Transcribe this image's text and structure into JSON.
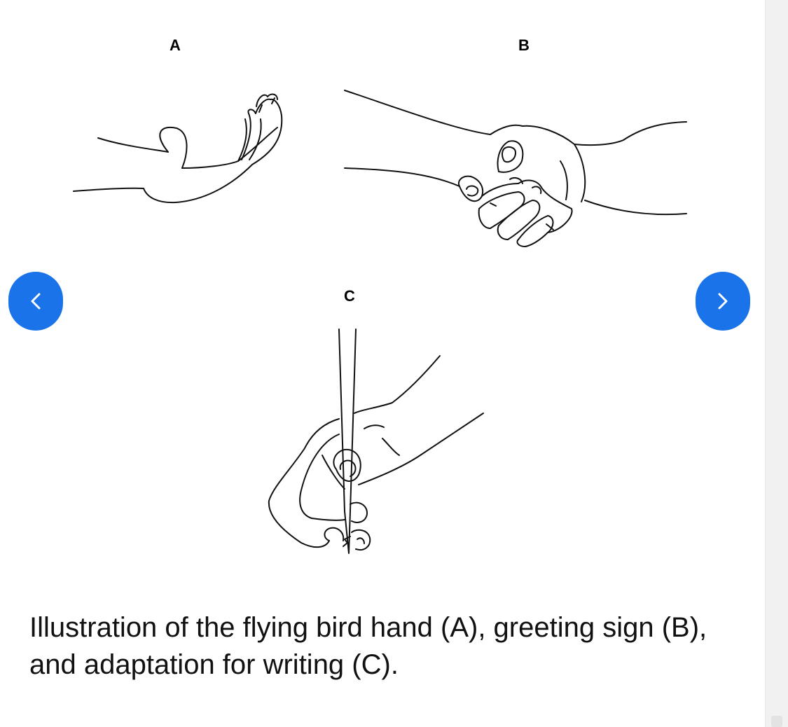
{
  "figure": {
    "panels": [
      {
        "label": "A",
        "subject": "flying bird hand"
      },
      {
        "label": "B",
        "subject": "greeting sign handshake"
      },
      {
        "label": "C",
        "subject": "hand holding pencil for writing"
      }
    ]
  },
  "caption": "Illustration of the flying bird hand (A), greeting sign (B), and adaptation for writing (C).",
  "navigation": {
    "prev_icon": "chevron-left-icon",
    "next_icon": "chevron-right-icon",
    "button_color": "#1a73e8"
  }
}
